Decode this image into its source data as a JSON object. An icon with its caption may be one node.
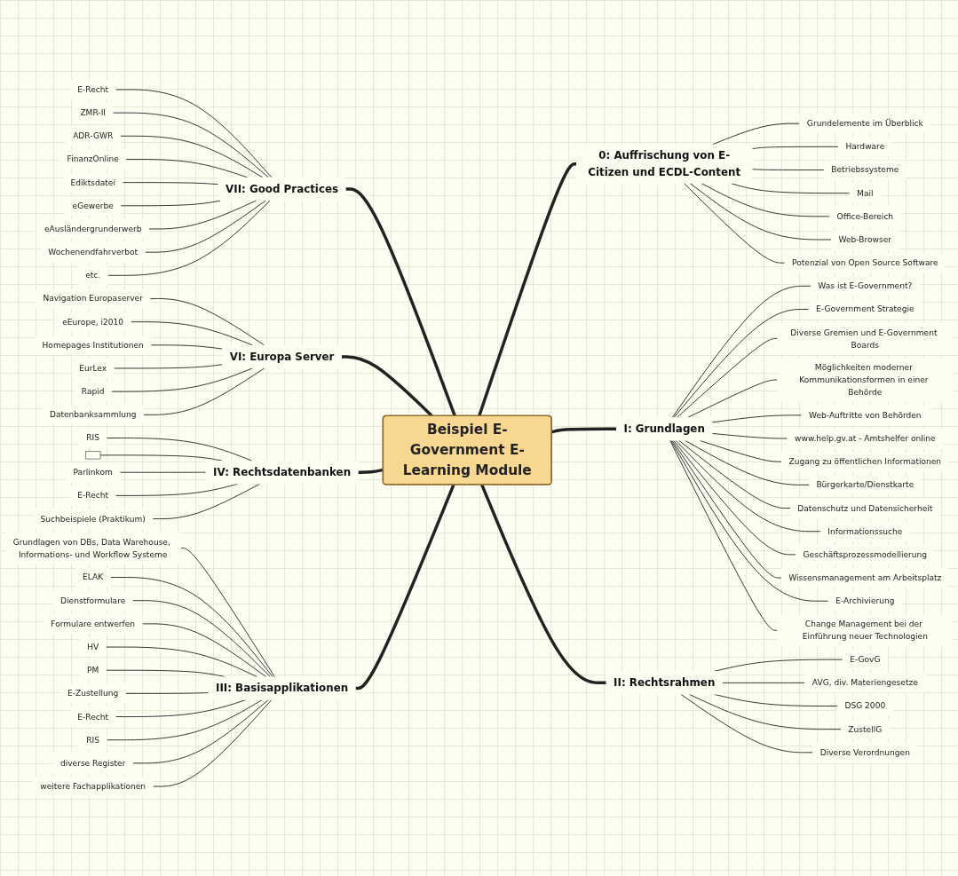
{
  "diagram": {
    "nodes": [
      {
        "text": [
          "Beispiel E-Government E-Learning Module"
        ]
      },
      {
        "text": [
          "0: Auffrischung von E-Citizen und ECDL-Content"
        ]
      },
      {
        "text": [
          "Grundelemente im Überblick"
        ]
      },
      {
        "text": [
          "Hardware"
        ]
      },
      {
        "text": [
          "Betriebssysteme"
        ]
      },
      {
        "text": [
          "Mail"
        ]
      },
      {
        "text": [
          "Office-Bereich"
        ]
      },
      {
        "text": [
          "Web-Browser"
        ]
      },
      {
        "text": [
          "Potenzial von Open Source Software"
        ]
      },
      {
        "text": [
          "VII: Good Practices"
        ]
      },
      {
        "text": [
          "E-Recht"
        ]
      },
      {
        "text": [
          "ZMR-II"
        ]
      },
      {
        "text": [
          "ADR-GWR"
        ]
      },
      {
        "text": [
          "FinanzOnline"
        ]
      },
      {
        "text": [
          "Ediktsdatei"
        ]
      },
      {
        "text": [
          "eGewerbe"
        ]
      },
      {
        "text": [
          "eAusländergrunderwerb"
        ]
      },
      {
        "text": [
          "Wochenendfahrverbot"
        ]
      },
      {
        "text": [
          "etc."
        ]
      },
      {
        "text": [
          "VI: Europa Server"
        ]
      },
      {
        "text": [
          "Navigation Europaserver"
        ]
      },
      {
        "text": [
          "eEurope, i2010"
        ]
      },
      {
        "text": [
          "Homepages Institutionen"
        ]
      },
      {
        "text": [
          "EurLex"
        ]
      },
      {
        "text": [
          "Rapid"
        ]
      },
      {
        "text": [
          "Datenbanksammlung"
        ]
      },
      {
        "text": [
          "I: Grundlagen"
        ]
      },
      {
        "text": [
          "Was ist E-Government?"
        ]
      },
      {
        "text": [
          "E-Government Strategie"
        ]
      },
      {
        "text": [
          "Diverse Gremien und E-Government Boards"
        ]
      },
      {
        "text": [
          "Möglichkeiten moderner Kommunikationsformen in einer Behörde"
        ]
      },
      {
        "text": [
          "Web-Auftritte von Behörden"
        ]
      },
      {
        "text": [
          "www.help.gv.at - Amtshelfer online"
        ]
      },
      {
        "text": [
          "Zugang zu öffentlichen Informationen"
        ]
      },
      {
        "text": [
          "Bürgerkarte/Dienstkarte"
        ]
      },
      {
        "text": [
          "Datenschutz und Datensicherheit"
        ]
      },
      {
        "text": [
          "Informationssuche"
        ]
      },
      {
        "text": [
          "Geschäftsprozessmodellierung"
        ]
      },
      {
        "text": [
          "Wissensmanagement am Arbeitsplatz"
        ]
      },
      {
        "text": [
          "E-Archivierung"
        ]
      },
      {
        "text": [
          "Change Management bei der Einführung neuer Technologien"
        ]
      },
      {
        "text": [
          "IV: Rechtsdatenbanken"
        ]
      },
      {
        "text": [
          "RIS"
        ]
      },
      {
        "text": [],
        "shape": "box"
      },
      {
        "text": [
          "Parlinkom"
        ]
      },
      {
        "text": [
          "E-Recht"
        ]
      },
      {
        "text": [
          "Suchbeispiele (Praktikum)"
        ]
      },
      {
        "text": [
          "III: Basisapplikationen"
        ]
      },
      {
        "text": [
          "Grundlagen von DBs, Data Warehouse, Informations- und Workflow Systeme"
        ]
      },
      {
        "text": [
          "ELAK"
        ]
      },
      {
        "text": [
          "Dienstformulare"
        ]
      },
      {
        "text": [
          "Formulare entwerfen"
        ]
      },
      {
        "text": [
          "HV"
        ]
      },
      {
        "text": [
          "PM"
        ]
      },
      {
        "text": [
          "E-Zustellung"
        ]
      },
      {
        "text": [
          "E-Recht"
        ]
      },
      {
        "text": [
          "RIS"
        ]
      },
      {
        "text": [
          "diverse Register"
        ]
      },
      {
        "text": [
          "weitere Fachapplikationen"
        ]
      },
      {
        "text": [
          "II: Rechtsrahmen"
        ]
      },
      {
        "text": [
          "E-GovG"
        ]
      },
      {
        "text": [
          "AVG, div. Materiengesetze"
        ]
      },
      {
        "text": [
          "DSG 2000"
        ]
      },
      {
        "text": [
          "ZustellG"
        ]
      },
      {
        "text": [
          "Diverse Verordnungen"
        ]
      }
    ],
    "edges": [
      {
        "from": 0,
        "to": 1,
        "arrow": "none",
        "style": "thick"
      },
      {
        "from": 1,
        "to": 2,
        "arrow": "none"
      },
      {
        "from": 1,
        "to": 3,
        "arrow": "none"
      },
      {
        "from": 1,
        "to": 4,
        "arrow": "none"
      },
      {
        "from": 1,
        "to": 5,
        "arrow": "none"
      },
      {
        "from": 1,
        "to": 6,
        "arrow": "none"
      },
      {
        "from": 1,
        "to": 7,
        "arrow": "none"
      },
      {
        "from": 1,
        "to": 8,
        "arrow": "none"
      },
      {
        "from": 0,
        "to": 9,
        "arrow": "none",
        "style": "thick"
      },
      {
        "from": 9,
        "to": 10,
        "arrow": "none"
      },
      {
        "from": 9,
        "to": 11,
        "arrow": "none"
      },
      {
        "from": 9,
        "to": 12,
        "arrow": "none"
      },
      {
        "from": 9,
        "to": 13,
        "arrow": "none"
      },
      {
        "from": 9,
        "to": 14,
        "arrow": "none"
      },
      {
        "from": 9,
        "to": 15,
        "arrow": "none"
      },
      {
        "from": 9,
        "to": 16,
        "arrow": "none"
      },
      {
        "from": 9,
        "to": 17,
        "arrow": "none"
      },
      {
        "from": 9,
        "to": 18,
        "arrow": "none"
      },
      {
        "from": 0,
        "to": 19,
        "arrow": "none",
        "style": "thick"
      },
      {
        "from": 19,
        "to": 20,
        "arrow": "none"
      },
      {
        "from": 19,
        "to": 21,
        "arrow": "none"
      },
      {
        "from": 19,
        "to": 22,
        "arrow": "none"
      },
      {
        "from": 19,
        "to": 23,
        "arrow": "none"
      },
      {
        "from": 19,
        "to": 24,
        "arrow": "none"
      },
      {
        "from": 19,
        "to": 25,
        "arrow": "none"
      },
      {
        "from": 0,
        "to": 26,
        "arrow": "none",
        "style": "thick"
      },
      {
        "from": 26,
        "to": 27,
        "arrow": "none"
      },
      {
        "from": 26,
        "to": 28,
        "arrow": "none"
      },
      {
        "from": 26,
        "to": 29,
        "arrow": "none"
      },
      {
        "from": 26,
        "to": 30,
        "arrow": "none"
      },
      {
        "from": 26,
        "to": 31,
        "arrow": "none"
      },
      {
        "from": 26,
        "to": 32,
        "arrow": "none"
      },
      {
        "from": 26,
        "to": 33,
        "arrow": "none"
      },
      {
        "from": 26,
        "to": 34,
        "arrow": "none"
      },
      {
        "from": 26,
        "to": 35,
        "arrow": "none"
      },
      {
        "from": 26,
        "to": 36,
        "arrow": "none"
      },
      {
        "from": 26,
        "to": 37,
        "arrow": "none"
      },
      {
        "from": 26,
        "to": 38,
        "arrow": "none"
      },
      {
        "from": 26,
        "to": 39,
        "arrow": "none"
      },
      {
        "from": 26,
        "to": 40,
        "arrow": "none"
      },
      {
        "from": 0,
        "to": 41,
        "arrow": "none",
        "style": "thick"
      },
      {
        "from": 41,
        "to": 42,
        "arrow": "none"
      },
      {
        "from": 41,
        "to": 43,
        "arrow": "none"
      },
      {
        "from": 41,
        "to": 44,
        "arrow": "none"
      },
      {
        "from": 41,
        "to": 45,
        "arrow": "none"
      },
      {
        "from": 41,
        "to": 46,
        "arrow": "none"
      },
      {
        "from": 0,
        "to": 47,
        "arrow": "none",
        "style": "thick"
      },
      {
        "from": 47,
        "to": 48,
        "arrow": "none"
      },
      {
        "from": 47,
        "to": 49,
        "arrow": "none"
      },
      {
        "from": 47,
        "to": 50,
        "arrow": "none"
      },
      {
        "from": 47,
        "to": 51,
        "arrow": "none"
      },
      {
        "from": 47,
        "to": 52,
        "arrow": "none"
      },
      {
        "from": 47,
        "to": 53,
        "arrow": "none"
      },
      {
        "from": 47,
        "to": 54,
        "arrow": "none"
      },
      {
        "from": 47,
        "to": 55,
        "arrow": "none"
      },
      {
        "from": 47,
        "to": 56,
        "arrow": "none"
      },
      {
        "from": 47,
        "to": 57,
        "arrow": "none"
      },
      {
        "from": 47,
        "to": 58,
        "arrow": "none"
      },
      {
        "from": 0,
        "to": 59,
        "arrow": "none",
        "style": "thick"
      },
      {
        "from": 59,
        "to": 60,
        "arrow": "none"
      },
      {
        "from": 59,
        "to": 61,
        "arrow": "none"
      },
      {
        "from": 59,
        "to": 62,
        "arrow": "none"
      },
      {
        "from": 59,
        "to": 63,
        "arrow": "none"
      },
      {
        "from": 59,
        "to": 64,
        "arrow": "none"
      }
    ]
  }
}
